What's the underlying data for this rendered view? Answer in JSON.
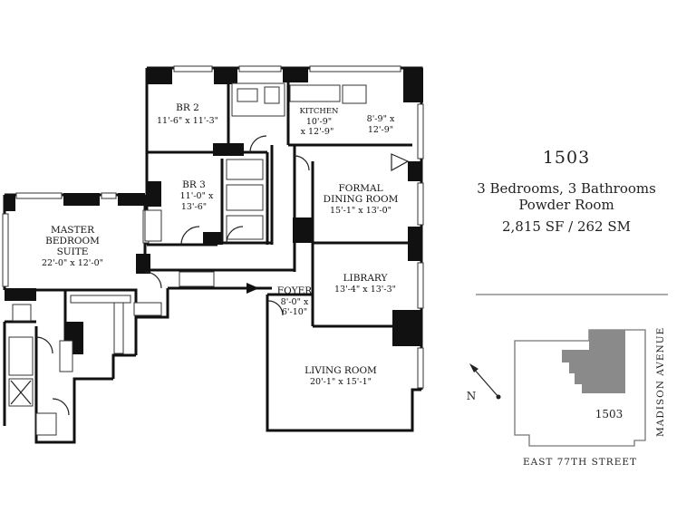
{
  "unit": {
    "number": "1503",
    "bedrooms_bathrooms": "3 Bedrooms, 3 Bathrooms",
    "powder_room": "Powder Room",
    "area": "2,815 SF / 262 SM"
  },
  "rooms": {
    "br2": {
      "name": "BR 2",
      "dims": "11'-6\" x 11'-3\""
    },
    "kitchen": {
      "name": "KITCHEN",
      "dims_line1": "10'-9\"",
      "dims_line2": "x 12'-9\""
    },
    "breakfast": {
      "dims_line1": "8'-9\" x",
      "dims_line2": "12'-9\""
    },
    "br3": {
      "name": "BR 3",
      "dims_line1": "11'-0\" x",
      "dims_line2": "13'-6\""
    },
    "dining": {
      "name_line1": "FORMAL",
      "name_line2": "DINING ROOM",
      "dims": "15'-1\" x 13'-0\""
    },
    "master": {
      "name_line1": "MASTER",
      "name_line2": "BEDROOM",
      "name_line3": "SUITE",
      "dims": "22'-0\" x 12'-0\""
    },
    "library": {
      "name": "LIBRARY",
      "dims": "13'-4\" x 13'-3\""
    },
    "foyer": {
      "name": "FOYER",
      "dims_line1": "8'-0\" x",
      "dims_line2": "6'-10\""
    },
    "living": {
      "name": "LIVING ROOM",
      "dims": "20'-1\" x 15'-1\""
    }
  },
  "keyplan": {
    "unit_label": "1503",
    "north_label": "N",
    "avenue": "MADISON AVENUE",
    "street": "EAST 77TH STREET",
    "highlight_color": "#8a8a8a"
  }
}
